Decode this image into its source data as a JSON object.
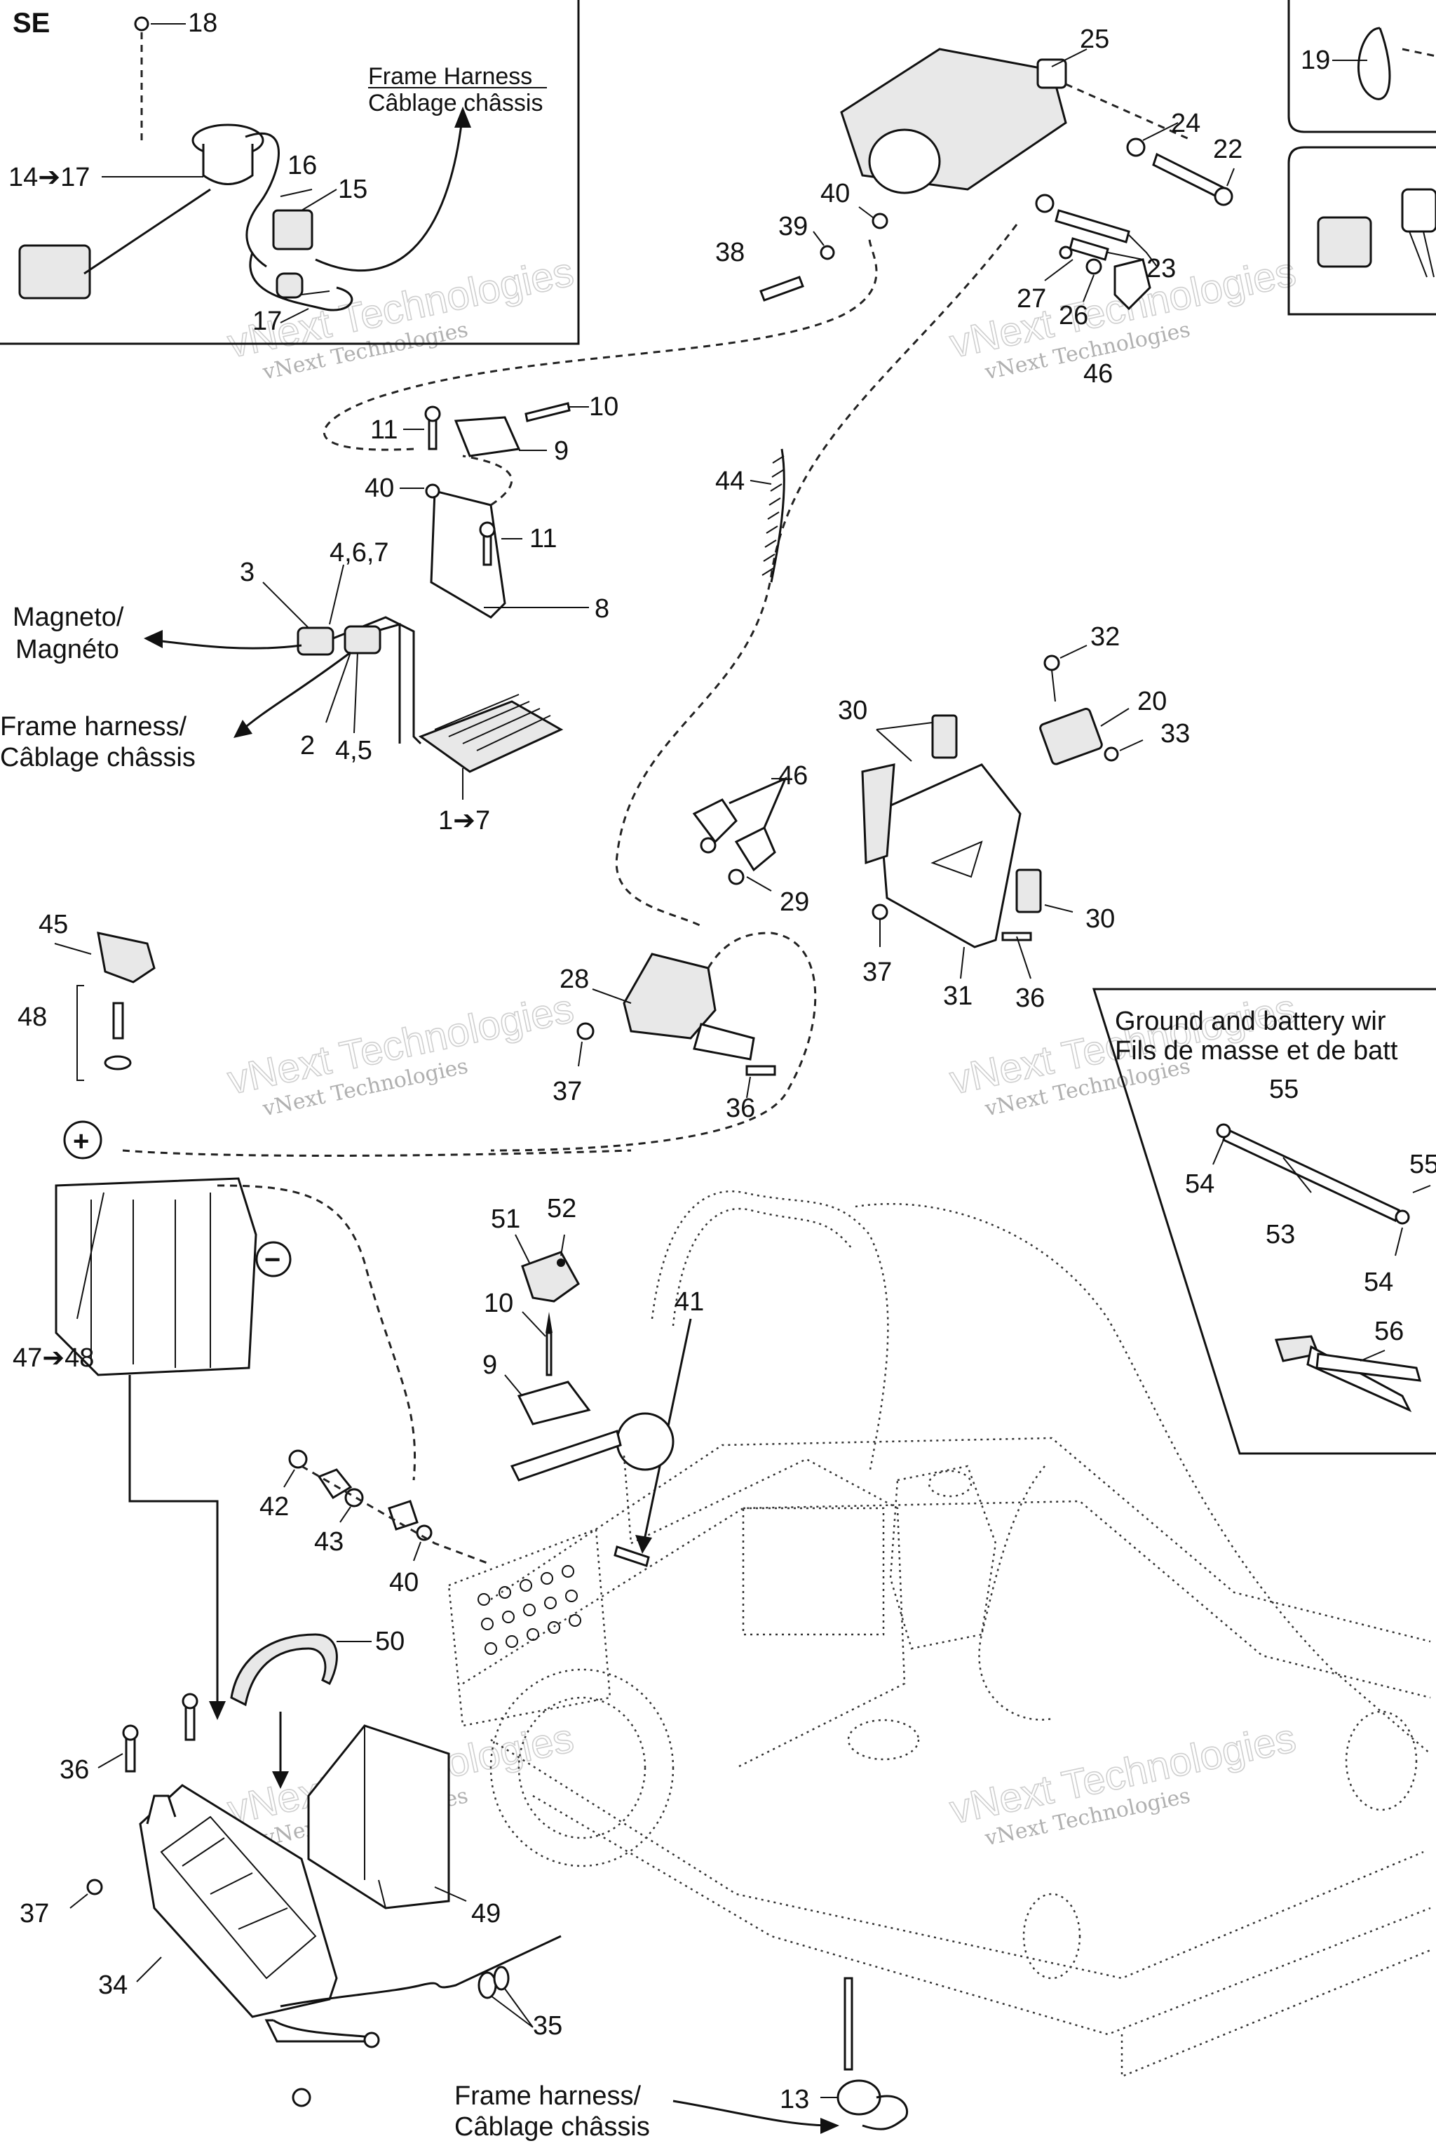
{
  "callouts": [
    {
      "id": "c18",
      "text": "18"
    },
    {
      "id": "c1417",
      "text": "14➔17"
    },
    {
      "id": "c16",
      "text": "16"
    },
    {
      "id": "c15",
      "text": "15"
    },
    {
      "id": "c17",
      "text": "17"
    },
    {
      "id": "c25",
      "text": "25"
    },
    {
      "id": "c24",
      "text": "24"
    },
    {
      "id": "c22",
      "text": "22"
    },
    {
      "id": "c23",
      "text": "23"
    },
    {
      "id": "c40a",
      "text": "40"
    },
    {
      "id": "c39",
      "text": "39"
    },
    {
      "id": "c38",
      "text": "38"
    },
    {
      "id": "c27",
      "text": "27"
    },
    {
      "id": "c26",
      "text": "26"
    },
    {
      "id": "c46a",
      "text": "46"
    },
    {
      "id": "c19",
      "text": "19"
    },
    {
      "id": "c10a",
      "text": "10"
    },
    {
      "id": "c11a",
      "text": "11"
    },
    {
      "id": "c9a",
      "text": "9"
    },
    {
      "id": "c40b",
      "text": "40"
    },
    {
      "id": "c11b",
      "text": "11"
    },
    {
      "id": "c44",
      "text": "44"
    },
    {
      "id": "c3",
      "text": "3"
    },
    {
      "id": "c467",
      "text": "4,6,7"
    },
    {
      "id": "c8",
      "text": "8"
    },
    {
      "id": "c2",
      "text": "2"
    },
    {
      "id": "c45b",
      "text": "4,5"
    },
    {
      "id": "c17b",
      "text": "1➔7"
    },
    {
      "id": "c32",
      "text": "32"
    },
    {
      "id": "c20",
      "text": "20"
    },
    {
      "id": "c33",
      "text": "33"
    },
    {
      "id": "c30a",
      "text": "30"
    },
    {
      "id": "c46b",
      "text": "46"
    },
    {
      "id": "c29",
      "text": "29"
    },
    {
      "id": "c30b",
      "text": "30"
    },
    {
      "id": "c37a",
      "text": "37"
    },
    {
      "id": "c31",
      "text": "31"
    },
    {
      "id": "c36a",
      "text": "36"
    },
    {
      "id": "c45",
      "text": "45"
    },
    {
      "id": "c48a",
      "text": "48"
    },
    {
      "id": "c28",
      "text": "28"
    },
    {
      "id": "c37b",
      "text": "37"
    },
    {
      "id": "c36b",
      "text": "36"
    },
    {
      "id": "c55a",
      "text": "55"
    },
    {
      "id": "c54a",
      "text": "54"
    },
    {
      "id": "c55b",
      "text": "55"
    },
    {
      "id": "c53",
      "text": "53"
    },
    {
      "id": "c54b",
      "text": "54"
    },
    {
      "id": "c56",
      "text": "56"
    },
    {
      "id": "c51",
      "text": "51"
    },
    {
      "id": "c52",
      "text": "52"
    },
    {
      "id": "c41",
      "text": "41"
    },
    {
      "id": "c10b",
      "text": "10"
    },
    {
      "id": "c9b",
      "text": "9"
    },
    {
      "id": "c4748",
      "text": "47➔48"
    },
    {
      "id": "c42",
      "text": "42"
    },
    {
      "id": "c43",
      "text": "43"
    },
    {
      "id": "c40c",
      "text": "40"
    },
    {
      "id": "c50",
      "text": "50"
    },
    {
      "id": "c36c",
      "text": "36"
    },
    {
      "id": "c37c",
      "text": "37"
    },
    {
      "id": "c49",
      "text": "49"
    },
    {
      "id": "c34",
      "text": "34"
    },
    {
      "id": "c35",
      "text": "35"
    },
    {
      "id": "c13",
      "text": "13"
    }
  ],
  "inset_se": {
    "title": "SE",
    "frame_harness_en": "Frame Harness",
    "frame_harness_fr": "Câblage châssis"
  },
  "labels": {
    "magneto_1": "Magneto/",
    "magneto_2": "Magnéto",
    "frame_harness_left_1": "Frame harness/",
    "frame_harness_left_2": "Câblage châssis",
    "frame_harness_bottom_1": "Frame harness/",
    "frame_harness_bottom_2": "Câblage châssis",
    "ground_wires_en": "Ground and battery wir",
    "ground_wires_fr": "Fils de masse et de batt",
    "battery_plus": "+",
    "battery_minus": "−"
  },
  "watermarks": [
    {
      "text_small": "vNext Technologies",
      "text_big": "vNext Technologies"
    },
    {
      "text_small": "vNext Technologies",
      "text_big": "vNext Technologies"
    },
    {
      "text_small": "vNext Technologies",
      "text_big": "vNext Technologies"
    },
    {
      "text_small": "vNext Technologies",
      "text_big": "vNext Technologies"
    },
    {
      "text_small": "vNext Technologies",
      "text_big": "vNext Technologies"
    },
    {
      "text_small": "vNext Technologies",
      "text_big": "vNext Technologies"
    }
  ]
}
